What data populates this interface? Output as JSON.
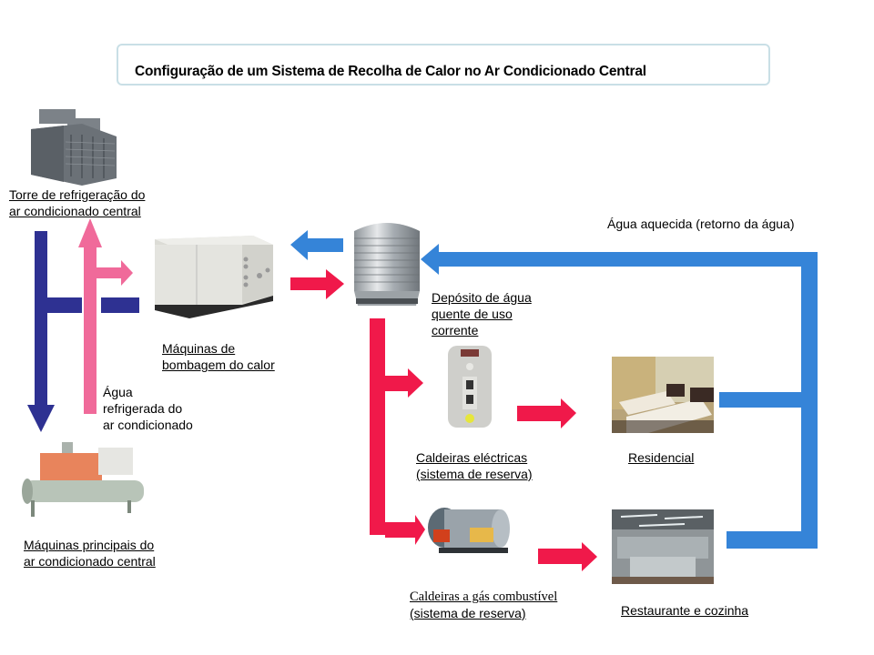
{
  "title": "Configuração de um Sistema de Recolha de Calor no Ar Condicionado Central",
  "colors": {
    "hot_water": "#f0194a",
    "warm_return": "#3584d8",
    "cooling_down": "#2e3192",
    "cooling_up": "#f06a9a",
    "title_border": "#c9dfe6"
  },
  "components": {
    "cooling_tower": {
      "icon": "cooling-tower-icon",
      "label_lines": [
        "Torre de refrigeração do",
        "ar condicionado central"
      ]
    },
    "heat_pump": {
      "icon": "heat-pump-icon",
      "label_lines": [
        "Máquinas de",
        "bombagem do calor"
      ]
    },
    "hot_water_tank": {
      "icon": "water-tank-icon",
      "label_lines": [
        "Depósito de água",
        "quente de uso",
        "corrente"
      ]
    },
    "electric_boiler": {
      "icon": "electric-boiler-icon",
      "label_lines": [
        "Caldeiras eléctricas",
        "(sistema de reserva)"
      ]
    },
    "gas_boiler": {
      "icon": "gas-boiler-icon",
      "label_lines": [
        "Caldeiras a gás combustível",
        "(sistema de reserva)"
      ]
    },
    "residential": {
      "icon": "bedroom-photo-icon",
      "label": "Residencial"
    },
    "restaurant": {
      "icon": "kitchen-photo-icon",
      "label": "Restaurante e cozinha"
    },
    "chiller": {
      "icon": "chiller-icon",
      "label_lines": [
        "Máquinas principais do",
        "ar condicionado central"
      ]
    }
  },
  "annotations": {
    "chilled_water": [
      "Água",
      "refrigerada do",
      "ar condicionado"
    ],
    "return_water": "Água aquecida (retorno da água)"
  }
}
